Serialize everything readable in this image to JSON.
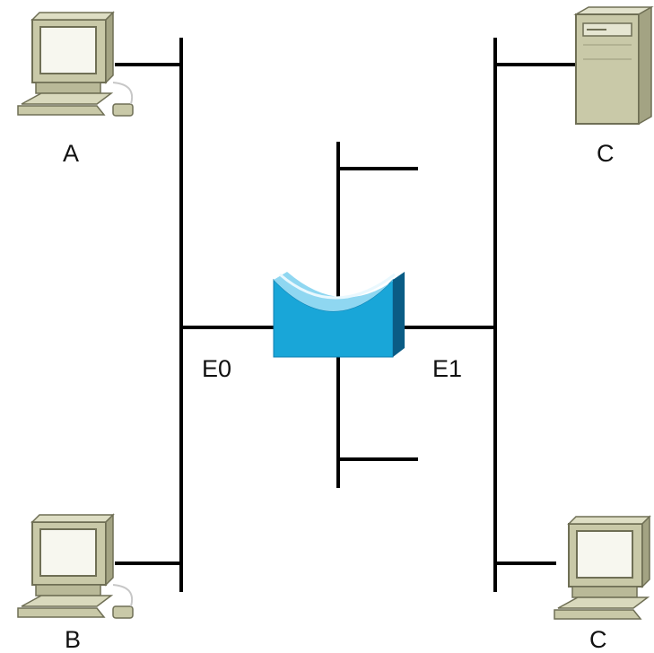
{
  "nodes": {
    "host_top_left": {
      "label": "A",
      "icon": "workstation-icon"
    },
    "host_bottom_left": {
      "label": "B",
      "icon": "workstation-icon"
    },
    "server_top_right": {
      "label": "C",
      "icon": "server-icon"
    },
    "host_bottom_right": {
      "label": "C",
      "icon": "workstation-icon"
    },
    "bridge": {
      "icon": "bridge-icon"
    }
  },
  "interfaces": {
    "left": "E0",
    "right": "E1"
  },
  "colors": {
    "line": "#000000",
    "bridge_face": "#1aa7d9",
    "bridge_top": "#8fd8f2",
    "bridge_side": "#0b5d86",
    "device_beige": "#c9c9a8",
    "device_dark": "#6f6f55"
  }
}
